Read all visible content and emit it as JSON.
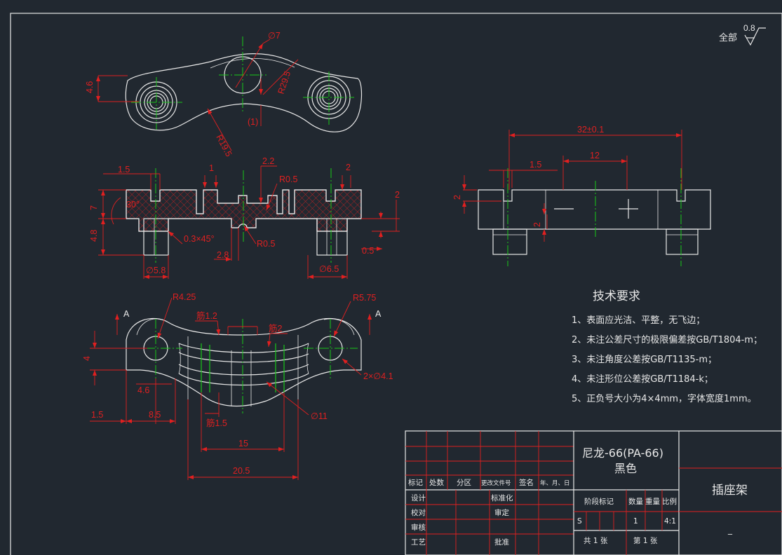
{
  "roughness": {
    "scope": "全部",
    "value": "0.8"
  },
  "dimensions": {
    "top": {
      "d7": "∅7",
      "r29_5": "R29.5",
      "h4_6": "4.6",
      "r19_5": "R19.5",
      "note1": "(1)"
    },
    "section": {
      "d1_5": "1.5",
      "d1": "1",
      "d2_2": "2.2",
      "d2": "2",
      "r0_5a": "R0.5",
      "d7": "7",
      "ang30": "30°",
      "d4_8": "4.8",
      "ch": "0.3×45°",
      "d2_8": "2.8",
      "r0_5b": "R0.5",
      "d2b": "2",
      "d0_5": "0.5",
      "dia5_8": "∅5.8",
      "dia6_5": "∅6.5"
    },
    "side": {
      "d32": "32±0.1",
      "d12": "12",
      "d1_5": "1.5",
      "d2a": "2",
      "d2b": "2"
    },
    "bottom": {
      "r4_25": "R4.25",
      "rib1_2": "筋1.2",
      "rib2": "筋2",
      "r5_75": "R5.75",
      "markA1": "A",
      "markA2": "A",
      "d4": "4",
      "d4_6": "4.6",
      "d1_5": "1.5",
      "d8_5": "8.5",
      "rib1_5": "筋1.5",
      "d11": "∅11",
      "holes": "2×∅4.1",
      "d15": "15",
      "d20_5": "20.5"
    }
  },
  "tech": {
    "title": "技术要求",
    "items": [
      "1、表面应光洁、平整，无飞边；",
      "2、未注公差尺寸的极限偏差按GB/T1804-m；",
      "3、未注角度公差按GB/T1135-m；",
      "4、未注形位公差按GB/T1184-k；",
      "5、正负号大小为4×4mm，字体宽度1mm。"
    ]
  },
  "titleblock": {
    "material_line1": "尼龙-66(PA-66)",
    "material_line2": "黑色",
    "part_name": "插座架",
    "dash": "_",
    "headers": [
      "标记",
      "处数",
      "分区",
      "更改文件号",
      "签名",
      "年、月、日"
    ],
    "rows": {
      "design": "设计",
      "standard": "标准化",
      "check": "校对",
      "review": "审定",
      "audit": "审核",
      "process": "工艺",
      "approve": "批准"
    },
    "stage": "阶段标记",
    "qty": "数量",
    "weight": "重量",
    "scale": "比例",
    "stage_val": "S",
    "qty_val": "1",
    "scale_val": "4:1",
    "sheets": "共  1  张",
    "sheet_no": "第  1  张"
  }
}
